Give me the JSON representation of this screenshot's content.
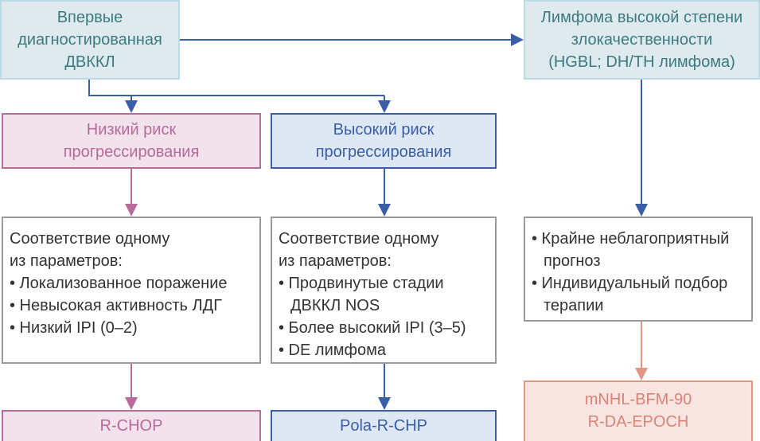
{
  "start": {
    "lines": [
      "Впервые",
      "диагностированная",
      "ДВККЛ"
    ]
  },
  "hgbl": {
    "lines": [
      "Лимфома высокой степени",
      "злокачественности",
      "(HGBL; DH/TH лимфома)"
    ]
  },
  "low_risk": {
    "lines": [
      "Низкий риск",
      "прогрессирования"
    ]
  },
  "high_risk": {
    "lines": [
      "Высокий риск",
      "прогрессирования"
    ]
  },
  "low_criteria": {
    "lines": [
      "Соответствие одному",
      "из параметров:",
      "• Локализованное поражение",
      "• Невысокая активность ЛДГ",
      "• Низкий IPI (0–2)"
    ]
  },
  "high_criteria": {
    "lines": [
      "Соответствие одному",
      "из параметров:",
      "• Продвинутые стадии",
      "ДВККЛ NOS",
      "• Более высокий IPI (3–5)",
      "• DE лимфома"
    ]
  },
  "hgbl_criteria": {
    "lines": [
      "• Крайне неблагоприятный",
      "прогноз",
      "• Индивидуальный подбор",
      "терапии"
    ]
  },
  "low_therapy": {
    "label": "R-CHOP"
  },
  "high_therapy": {
    "label": "Pola-R-CHP"
  },
  "hgbl_therapy": {
    "lines": [
      "mNHL-BFM-90",
      "R-DA-EPOCH"
    ]
  },
  "colors": {
    "head": "#3b7b80",
    "pink": "#b86a9b",
    "blue": "#3a5ea8",
    "salmon": "#e19585",
    "gray": "#9a9a9a"
  }
}
